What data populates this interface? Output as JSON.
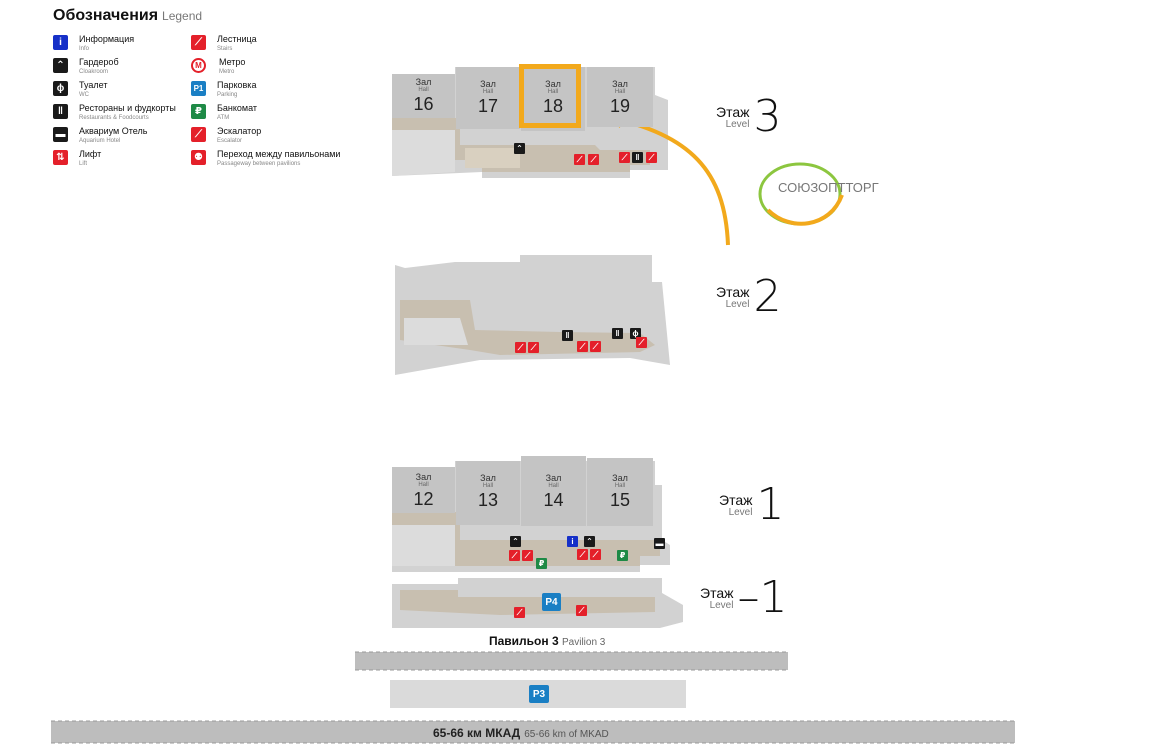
{
  "legend": {
    "title_ru": "Обозначения",
    "title_en": "Legend",
    "items": [
      {
        "ru": "Информация",
        "en": "Info",
        "icon": "info-icon",
        "glyph": "i"
      },
      {
        "ru": "Гардероб",
        "en": "Cloakroom",
        "icon": "hanger-icon",
        "glyph": "⌂"
      },
      {
        "ru": "Туалет",
        "en": "WC",
        "icon": "wc-icon",
        "glyph": "⚲"
      },
      {
        "ru": "Рестораны и фудкорты",
        "en": "Restaurants & Foodcourts",
        "icon": "restaurant-icon",
        "glyph": "⑂"
      },
      {
        "ru": "Аквариум Отель",
        "en": "Aquarium Hotel",
        "icon": "hotel-icon",
        "glyph": "▬"
      },
      {
        "ru": "Лифт",
        "en": "Lift",
        "icon": "lift-icon",
        "glyph": "⇅"
      },
      {
        "ru": "Лестница",
        "en": "Stairs",
        "icon": "stairs-icon",
        "glyph": "⟋"
      },
      {
        "ru": "Метро",
        "en": "Metro",
        "icon": "metro-icon",
        "glyph": "M"
      },
      {
        "ru": "Парковка",
        "en": "Parking",
        "icon": "parking-icon",
        "glyph": "P1"
      },
      {
        "ru": "Банкомат",
        "en": "ATM",
        "icon": "atm-icon",
        "glyph": "₽"
      },
      {
        "ru": "Эскалатор",
        "en": "Escalator",
        "icon": "escalator-icon",
        "glyph": "⟋"
      },
      {
        "ru": "Переход между павильонами",
        "en": "Passageway between pavilions",
        "icon": "walk-icon",
        "glyph": "⚉"
      }
    ]
  },
  "levels": [
    {
      "ru": "Этаж",
      "en": "Level",
      "num": "3"
    },
    {
      "ru": "Этаж",
      "en": "Level",
      "num": "2"
    },
    {
      "ru": "Этаж",
      "en": "Level",
      "num": "1"
    },
    {
      "ru": "Этаж",
      "en": "Level",
      "num": "–1"
    }
  ],
  "halls_level3": [
    {
      "ru": "Зал",
      "en": "Hall",
      "n": "16"
    },
    {
      "ru": "Зал",
      "en": "Hall",
      "n": "17"
    },
    {
      "ru": "Зал",
      "en": "Hall",
      "n": "18"
    },
    {
      "ru": "Зал",
      "en": "Hall",
      "n": "19"
    }
  ],
  "halls_level1": [
    {
      "ru": "Зал",
      "en": "Hall",
      "n": "12"
    },
    {
      "ru": "Зал",
      "en": "Hall",
      "n": "13"
    },
    {
      "ru": "Зал",
      "en": "Hall",
      "n": "14"
    },
    {
      "ru": "Зал",
      "en": "Hall",
      "n": "15"
    }
  ],
  "highlight_color": "#f2a91c",
  "logo_text": "СОЮЗОПТТОРГ",
  "parking_p4": "P4",
  "parking_p3": "P3",
  "pavilion": {
    "ru": "Павильон 3",
    "en": "Pavilion 3"
  },
  "road": {
    "ru": "65-66 км МКАД",
    "en": "65-66 km of MKAD"
  }
}
